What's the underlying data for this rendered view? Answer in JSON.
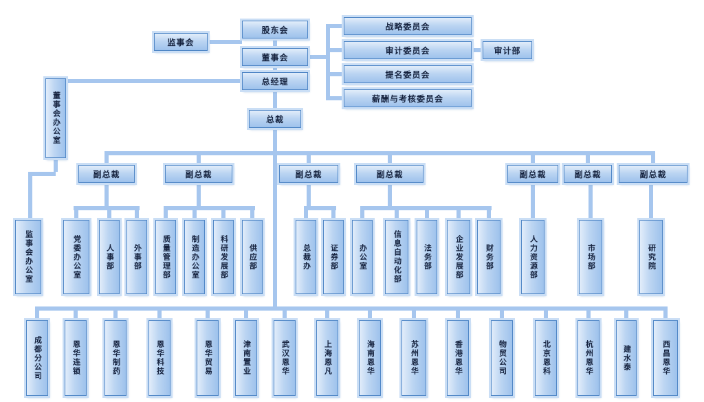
{
  "colors": {
    "box_fill_light": "#e2edfa",
    "box_fill_dark": "#9ec2ec",
    "box_border": "#4f86c6",
    "connector": "#a6c6ee",
    "text": "#16233f",
    "background": "#ffffff"
  },
  "top": {
    "shareholders": "股东会",
    "supervisors": "监事会",
    "board": "董事会",
    "general_manager": "总经理",
    "president": "总裁"
  },
  "committees": [
    {
      "label": "战略委员会"
    },
    {
      "label": "审计委员会"
    },
    {
      "label": "提名委员会"
    },
    {
      "label": "薪酬与考核委员会"
    }
  ],
  "audit_department": {
    "label": "审计部"
  },
  "board_office": {
    "label": "董事会办公室"
  },
  "vice_presidents": [
    {
      "label": "副总裁"
    },
    {
      "label": "副总裁"
    },
    {
      "label": "副总裁"
    },
    {
      "label": "副总裁"
    },
    {
      "label": "副总裁"
    },
    {
      "label": "副总裁"
    },
    {
      "label": "副总裁"
    }
  ],
  "departments": [
    {
      "label": "监事会办公室"
    },
    {
      "label": "党委办公室"
    },
    {
      "label": "人事部"
    },
    {
      "label": "外事部"
    },
    {
      "label": "质量管理部"
    },
    {
      "label": "制造办公室"
    },
    {
      "label": "科研发展部"
    },
    {
      "label": "供应部"
    },
    {
      "label": "总裁办"
    },
    {
      "label": "证券部"
    },
    {
      "label": "办公室"
    },
    {
      "label": "信息自动化部"
    },
    {
      "label": "法务部"
    },
    {
      "label": "企业发展部"
    },
    {
      "label": "财务部"
    },
    {
      "label": "人力资源部"
    },
    {
      "label": "市场部"
    },
    {
      "label": "研究院"
    }
  ],
  "subsidiaries": [
    {
      "label": "成都分公司"
    },
    {
      "label": "恩华连锁"
    },
    {
      "label": "恩华制药"
    },
    {
      "label": "恩华科技"
    },
    {
      "label": "恩华贸易"
    },
    {
      "label": "津南置业"
    },
    {
      "label": "武汉恩华"
    },
    {
      "label": "上海恩凡"
    },
    {
      "label": "海南恩华"
    },
    {
      "label": "苏州恩华"
    },
    {
      "label": "香港恩华"
    },
    {
      "label": "物贸公司"
    },
    {
      "label": "北京恩科"
    },
    {
      "label": "杭州恩华"
    },
    {
      "label": "建水泰"
    },
    {
      "label": "西昌恩华"
    }
  ]
}
